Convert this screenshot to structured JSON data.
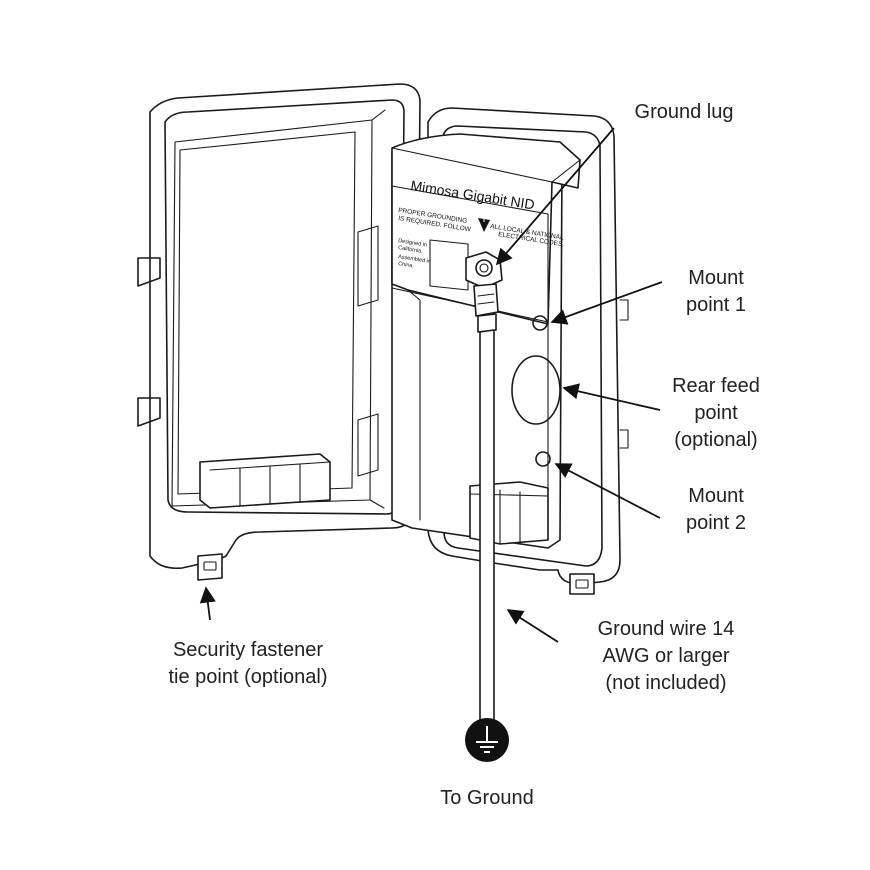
{
  "device": {
    "title": "Mimosa Gigabit NID",
    "label_left_line1": "PROPER GROUNDING",
    "label_left_line2": "IS REQUIRED. FOLLOW",
    "label_right_line1": "ALL LOCAL & NATIONAL",
    "label_right_line2": "ELECTRICAL CODES.",
    "side_line1": "Designed in",
    "side_line2": "California.",
    "side_line3": "Assembled in",
    "side_line4": "China."
  },
  "callouts": {
    "ground_lug": "Ground lug",
    "mount_point_1": [
      "Mount",
      "point 1"
    ],
    "rear_feed_point": [
      "Rear feed",
      "point",
      "(optional)"
    ],
    "mount_point_2": [
      "Mount",
      "point 2"
    ],
    "ground_wire": [
      "Ground wire 14",
      "AWG or larger",
      "(not included)"
    ],
    "security_fastener": [
      "Security fastener",
      "tie point (optional)"
    ],
    "to_ground": "To Ground"
  },
  "icons": {
    "ground_symbol": "ground-icon",
    "arrow": "arrow-icon"
  },
  "colors": {
    "line": "#1a1a1a",
    "ground_disc": "#111111",
    "background": "#ffffff"
  }
}
